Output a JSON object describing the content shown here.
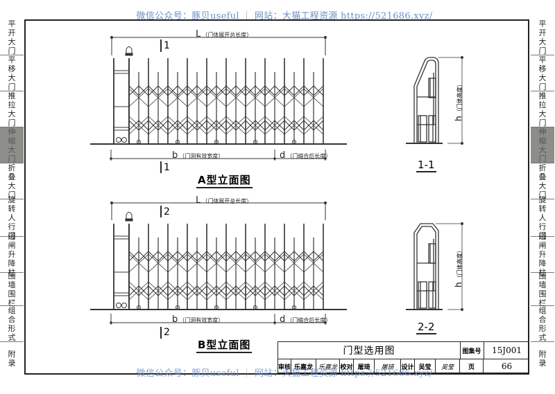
{
  "watermark": {
    "top": "微信公众号：豚贝useful ｜ 网站：大猫工程资源 https://521686.xyz/",
    "bottom": "微信公众号：豚贝useful ｜ 网站：大猫工程资源 https://521686.xyz/"
  },
  "side_tabs": [
    {
      "label": "平开大门",
      "chars": [
        "平",
        "开",
        "大",
        "门"
      ],
      "active": false
    },
    {
      "label": "平移大门",
      "chars": [
        "平",
        "移",
        "大",
        "门"
      ],
      "active": false
    },
    {
      "label": "推拉大门",
      "chars": [
        "推",
        "拉",
        "大",
        "门"
      ],
      "active": false
    },
    {
      "label": "伸缩大门",
      "chars": [
        "伸",
        "缩",
        "大",
        "门"
      ],
      "active": true
    },
    {
      "label": "折叠大门",
      "chars": [
        "折",
        "叠",
        "大",
        "门"
      ],
      "active": false
    },
    {
      "label": "旋转人行门",
      "chars": [
        "旋",
        "转",
        "人",
        "行",
        "门"
      ],
      "active": false
    },
    {
      "label": "道闸升降柱",
      "chars": [
        "道",
        "闸",
        "升",
        "降",
        "柱"
      ],
      "active": false
    },
    {
      "label": "围墙围栏",
      "chars": [
        "围",
        "墙",
        "围",
        "栏"
      ],
      "active": false
    },
    {
      "label": "组合形式",
      "chars": [
        "组",
        "合",
        "形",
        "式"
      ],
      "active": false
    },
    {
      "label": "附录",
      "chars": [
        "附",
        "录"
      ],
      "active": false
    }
  ],
  "elevation_a": {
    "caption": "A型立面图",
    "dim_L": {
      "letter": "L",
      "text": "（门体展开总长度）"
    },
    "dim_b": {
      "letter": "b",
      "text": "（门洞有效宽度）"
    },
    "dim_d": {
      "letter": "d",
      "text": "（门缩合后长度）"
    },
    "section_mark": "1"
  },
  "elevation_b": {
    "caption": "B型立面图",
    "dim_L": {
      "letter": "L",
      "text": "（门体展开总长度）"
    },
    "dim_b": {
      "letter": "b",
      "text": "（门洞有效宽度）"
    },
    "dim_d": {
      "letter": "d",
      "text": "（门缩合后长度）"
    },
    "section_mark": "2"
  },
  "section_1": {
    "caption": "1-1",
    "dim_h": {
      "letter": "h",
      "text": "（门体高度）"
    }
  },
  "section_2": {
    "caption": "2-2",
    "dim_h": {
      "letter": "h",
      "text": "（门体高度）"
    }
  },
  "title_block": {
    "title": "门型选用图",
    "set_label": "图集号",
    "set_value": "15J001",
    "review_label": "审核",
    "reviewer": "乐嘉龙",
    "reviewer_sig": "乐嘉龙",
    "check_label": "校对",
    "checker": "屠琦",
    "checker_sig": "屠琦",
    "design_label": "设计",
    "designer": "吴莹",
    "designer_sig": "吴莹",
    "page_label": "页",
    "page_value": "66"
  }
}
